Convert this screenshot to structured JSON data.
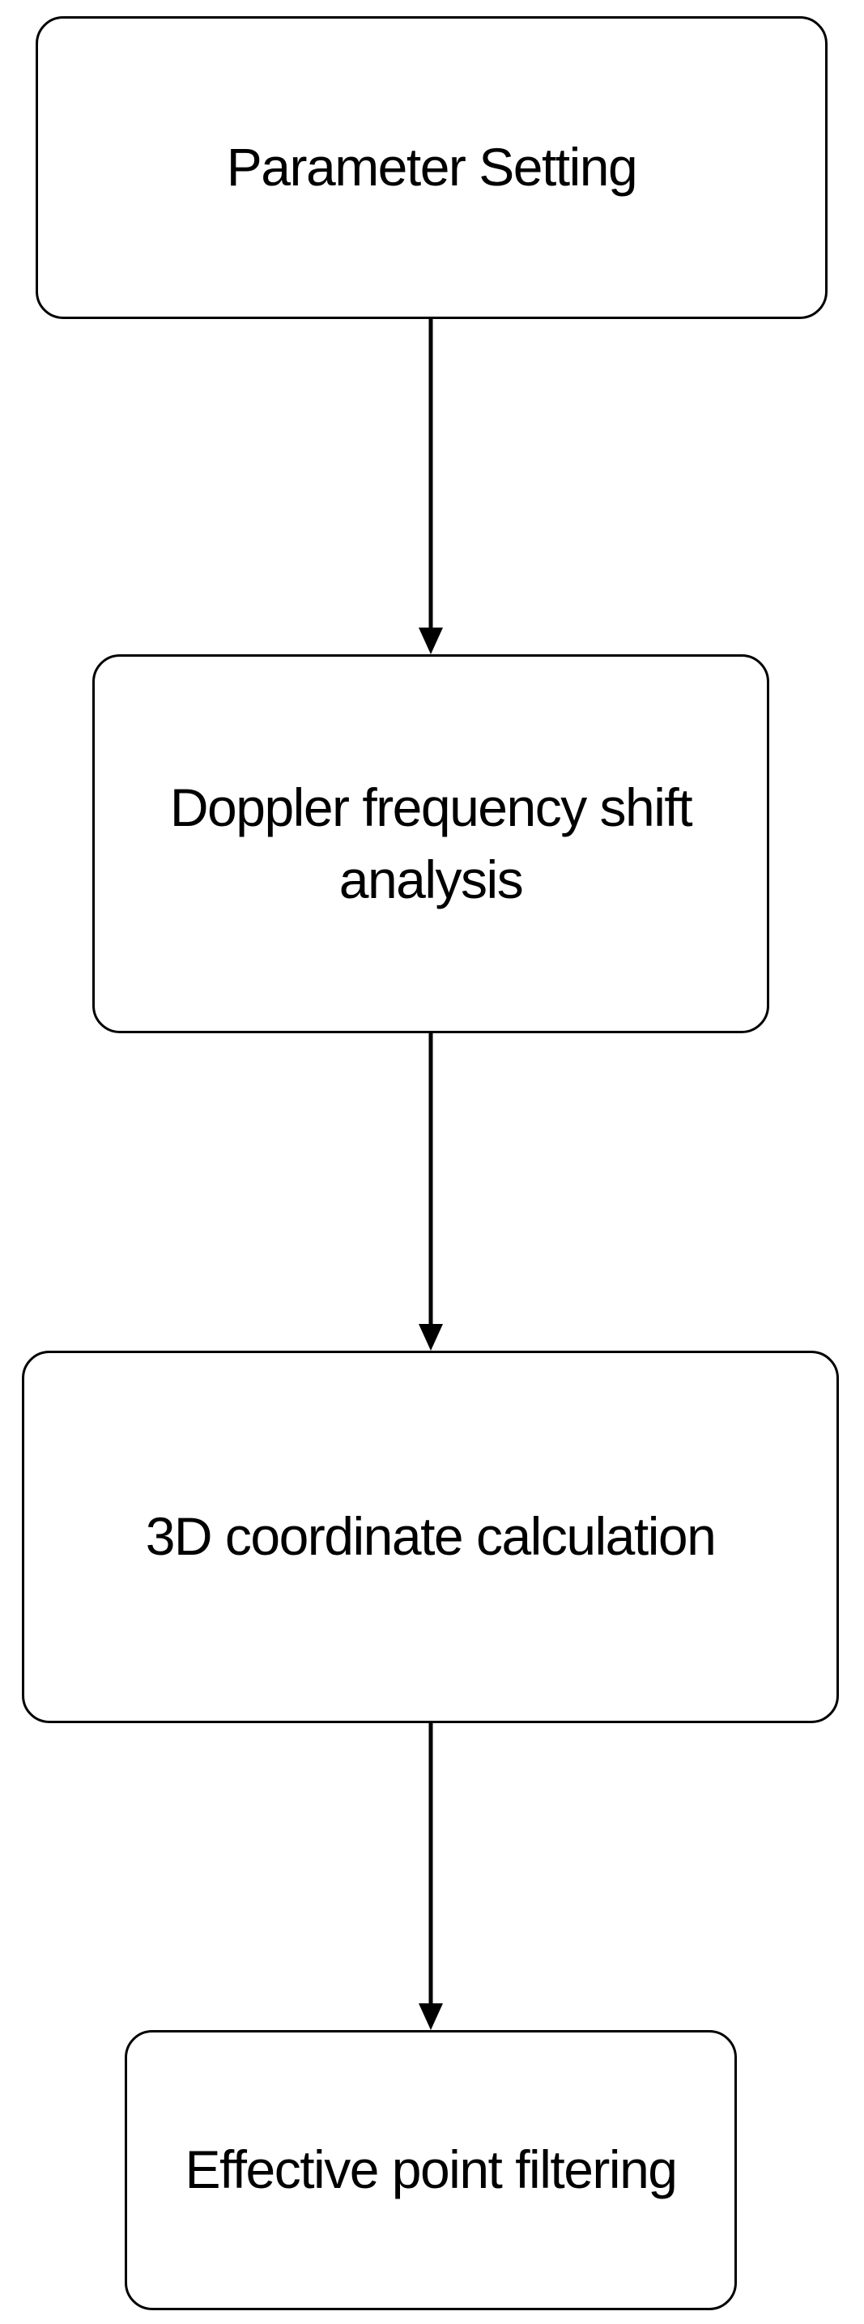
{
  "steps": [
    {
      "label": "Parameter Setting"
    },
    {
      "label": "Doppler frequency shift analysis"
    },
    {
      "label": "3D coordinate calculation"
    },
    {
      "label": "Effective point filtering"
    }
  ],
  "colors": {
    "stroke": "#000000",
    "fill": "#ffffff",
    "text": "#000000"
  }
}
